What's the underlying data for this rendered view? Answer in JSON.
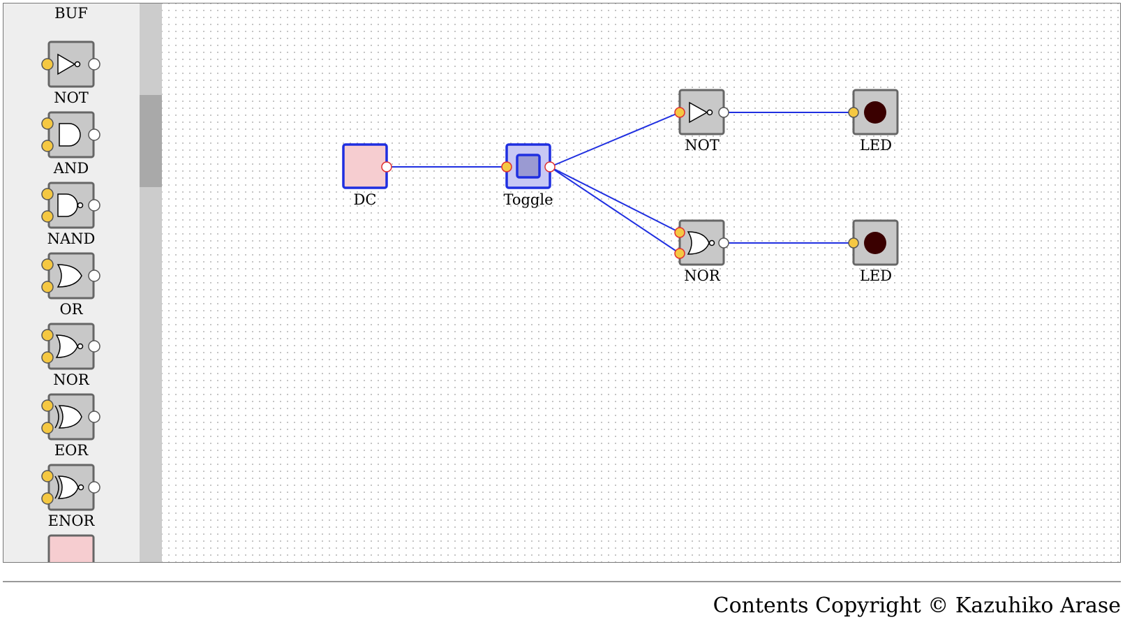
{
  "palette": {
    "items": [
      {
        "label": "BUF",
        "icon": "buf-gate-icon"
      },
      {
        "label": "NOT",
        "icon": "not-gate-icon"
      },
      {
        "label": "AND",
        "icon": "and-gate-icon"
      },
      {
        "label": "NAND",
        "icon": "nand-gate-icon"
      },
      {
        "label": "OR",
        "icon": "or-gate-icon"
      },
      {
        "label": "NOR",
        "icon": "nor-gate-icon"
      },
      {
        "label": "EOR",
        "icon": "eor-gate-icon"
      },
      {
        "label": "ENOR",
        "icon": "enor-gate-icon"
      }
    ]
  },
  "circuit": {
    "dc_label": "DC",
    "toggle_label": "Toggle",
    "not_label": "NOT",
    "nor_label": "NOR",
    "led1_label": "LED",
    "led2_label": "LED"
  },
  "colors": {
    "wire": "#1f2fe0",
    "input_pin": "#f5c842",
    "active_pin_outline": "#e03030",
    "gate_fill": "#c8c8c8",
    "dc_fill": "#f6cdd0",
    "toggle_fill": "#c8c8f4",
    "led_off": "#3a0000"
  },
  "footer": {
    "copyright": "Contents Copyright © Kazuhiko Arase"
  }
}
